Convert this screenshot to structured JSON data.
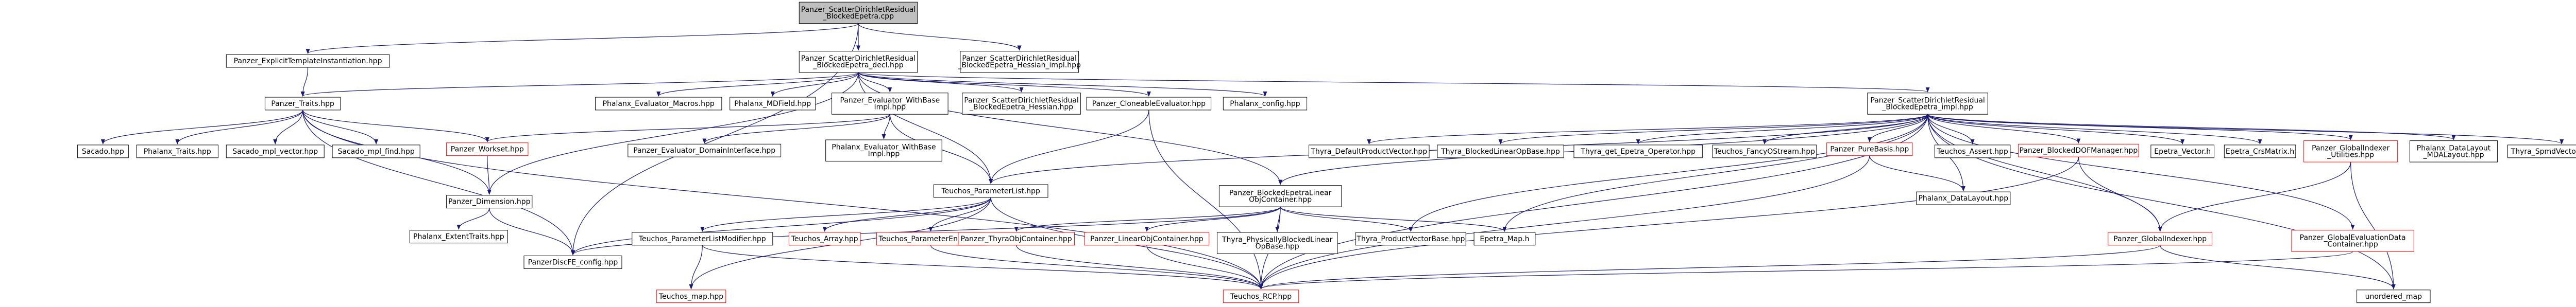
{
  "colors": {
    "edge": "#191970",
    "border_normal": "#000000",
    "border_missing": "#ff0000",
    "fill_normal": "#ffffff",
    "fill_root": "#bfbfbf",
    "text": "#000000"
  },
  "nodes": [
    {
      "id": "root",
      "lines": [
        "Panzer_ScatterDirichletResidual",
        "_BlockedEpetra.cpp"
      ],
      "kind": "root"
    },
    {
      "id": "explicit",
      "lines": [
        "Panzer_ExplicitTemplateInstantiation.hpp"
      ],
      "kind": "normal"
    },
    {
      "id": "decl",
      "lines": [
        "Panzer_ScatterDirichletResidual",
        "_BlockedEpetra_decl.hpp"
      ],
      "kind": "normal"
    },
    {
      "id": "hessian",
      "lines": [
        "Panzer_ScatterDirichletResidual",
        "_BlockedEpetra_Hessian_impl.hpp"
      ],
      "kind": "normal"
    },
    {
      "id": "traits",
      "lines": [
        "Panzer_Traits.hpp"
      ],
      "kind": "normal"
    },
    {
      "id": "macros",
      "lines": [
        "Phalanx_Evaluator_Macros.hpp"
      ],
      "kind": "normal"
    },
    {
      "id": "mdfield",
      "lines": [
        "Phalanx_MDField.hpp"
      ],
      "kind": "normal"
    },
    {
      "id": "withbase",
      "lines": [
        "Panzer_Evaluator_WithBase",
        "Impl.hpp"
      ],
      "kind": "normal"
    },
    {
      "id": "declhess",
      "lines": [
        "Panzer_ScatterDirichletResidual",
        "_BlockedEpetra_Hessian.hpp"
      ],
      "kind": "normal"
    },
    {
      "id": "cloneable",
      "lines": [
        "Panzer_CloneableEvaluator.hpp"
      ],
      "kind": "normal"
    },
    {
      "id": "phxconfig",
      "lines": [
        "Phalanx_config.hpp"
      ],
      "kind": "normal"
    },
    {
      "id": "impl",
      "lines": [
        "Panzer_ScatterDirichletResidual",
        "_BlockedEpetra_impl.hpp"
      ],
      "kind": "normal"
    },
    {
      "id": "sacado",
      "lines": [
        "Sacado.hpp"
      ],
      "kind": "normal"
    },
    {
      "id": "phxtraits",
      "lines": [
        "Phalanx_Traits.hpp"
      ],
      "kind": "normal"
    },
    {
      "id": "sacmpivec",
      "lines": [
        "Sacado_mpl_vector.hpp"
      ],
      "kind": "normal"
    },
    {
      "id": "sacmpifind",
      "lines": [
        "Sacado_mpl_find.hpp"
      ],
      "kind": "normal"
    },
    {
      "id": "workset",
      "lines": [
        "Panzer_Workset.hpp"
      ],
      "kind": "missing"
    },
    {
      "id": "domiface",
      "lines": [
        "Panzer_Evaluator_DomainInterface.hpp"
      ],
      "kind": "normal"
    },
    {
      "id": "phxwithbase",
      "lines": [
        "Phalanx_Evaluator_WithBase",
        "Impl.hpp"
      ],
      "kind": "normal"
    },
    {
      "id": "paramlist",
      "lines": [
        "Teuchos_ParameterList.hpp"
      ],
      "kind": "normal"
    },
    {
      "id": "blkepetra",
      "lines": [
        "Panzer_BlockedEpetraLinear",
        "ObjContainer.hpp"
      ],
      "kind": "normal"
    },
    {
      "id": "dimension",
      "lines": [
        "Panzer_Dimension.hpp"
      ],
      "kind": "normal"
    },
    {
      "id": "plistmod",
      "lines": [
        "Teuchos_ParameterListModifier.hpp"
      ],
      "kind": "normal"
    },
    {
      "id": "tarray",
      "lines": [
        "Teuchos_Array.hpp"
      ],
      "kind": "missing"
    },
    {
      "id": "pentry",
      "lines": [
        "Teuchos_ParameterEntry.hpp"
      ],
      "kind": "missing"
    },
    {
      "id": "thyraobj",
      "lines": [
        "Panzer_ThyraObjContainer.hpp"
      ],
      "kind": "missing"
    },
    {
      "id": "linobj",
      "lines": [
        "Panzer_LinearObjContainer.hpp"
      ],
      "kind": "missing"
    },
    {
      "id": "extenttraits",
      "lines": [
        "Phalanx_ExtentTraits.hpp"
      ],
      "kind": "normal"
    },
    {
      "id": "pdfeconfig",
      "lines": [
        "PanzerDiscFE_config.hpp"
      ],
      "kind": "normal"
    },
    {
      "id": "rcp",
      "lines": [
        "Teuchos_RCP.hpp"
      ],
      "kind": "missing"
    },
    {
      "id": "tmap",
      "lines": [
        "Teuchos_map.hpp"
      ],
      "kind": "missing"
    },
    {
      "id": "thyraphys",
      "lines": [
        "Thyra_PhysicallyBlockedLinear",
        "OpBase.hpp"
      ],
      "kind": "normal"
    },
    {
      "id": "thyraprodspace",
      "lines": [
        "Thyra_ProductVectorBase.hpp"
      ],
      "kind": "normal"
    },
    {
      "id": "epetramap",
      "lines": [
        "Epetra_Map.h"
      ],
      "kind": "normal"
    },
    {
      "id": "thyradefprod",
      "lines": [
        "Thyra_DefaultProductVector.hpp"
      ],
      "kind": "normal"
    },
    {
      "id": "thyrablkop",
      "lines": [
        "Thyra_BlockedLinearOpBase.hpp"
      ],
      "kind": "normal"
    },
    {
      "id": "thyragetop",
      "lines": [
        "Thyra_get_Epetra_Operator.hpp"
      ],
      "kind": "normal"
    },
    {
      "id": "fancy",
      "lines": [
        "Teuchos_FancyOStream.hpp"
      ],
      "kind": "normal"
    },
    {
      "id": "purebasis",
      "lines": [
        "Panzer_PureBasis.hpp"
      ],
      "kind": "missing"
    },
    {
      "id": "assert",
      "lines": [
        "Teuchos_Assert.hpp"
      ],
      "kind": "normal"
    },
    {
      "id": "blkdof",
      "lines": [
        "Panzer_BlockedDOFManager.hpp"
      ],
      "kind": "missing"
    },
    {
      "id": "epvector",
      "lines": [
        "Epetra_Vector.h"
      ],
      "kind": "normal"
    },
    {
      "id": "epcrs",
      "lines": [
        "Epetra_CrsMatrix.h"
      ],
      "kind": "normal"
    },
    {
      "id": "gidxutil",
      "lines": [
        "Panzer_GlobalIndexer",
        "_Utilities.hpp"
      ],
      "kind": "missing"
    },
    {
      "id": "mdalayout",
      "lines": [
        "Phalanx_DataLayout",
        "_MDALayout.hpp"
      ],
      "kind": "normal"
    },
    {
      "id": "spmd",
      "lines": [
        "Thyra_SpmdVectorBase.hpp"
      ],
      "kind": "normal"
    },
    {
      "id": "phxlayout",
      "lines": [
        "Phalanx_DataLayout.hpp"
      ],
      "kind": "normal"
    },
    {
      "id": "gidx",
      "lines": [
        "Panzer_GlobalIndexer.hpp"
      ],
      "kind": "missing"
    },
    {
      "id": "geval",
      "lines": [
        "Panzer_GlobalEvaluationData",
        "Container.hpp"
      ],
      "kind": "missing"
    },
    {
      "id": "umap",
      "lines": [
        "unordered_map"
      ],
      "kind": "normal"
    }
  ],
  "edges": [
    [
      "root",
      "explicit"
    ],
    [
      "root",
      "decl"
    ],
    [
      "root",
      "hessian"
    ],
    [
      "root",
      "pdfeconfig"
    ],
    [
      "explicit",
      "traits"
    ],
    [
      "decl",
      "traits"
    ],
    [
      "decl",
      "macros"
    ],
    [
      "decl",
      "mdfield"
    ],
    [
      "decl",
      "withbase"
    ],
    [
      "decl",
      "declhess"
    ],
    [
      "decl",
      "cloneable"
    ],
    [
      "decl",
      "phxconfig"
    ],
    [
      "decl",
      "impl"
    ],
    [
      "decl",
      "dimension"
    ],
    [
      "decl",
      "paramlist"
    ],
    [
      "decl",
      "blkepetra"
    ],
    [
      "traits",
      "sacado"
    ],
    [
      "traits",
      "phxtraits"
    ],
    [
      "traits",
      "sacmpivec"
    ],
    [
      "traits",
      "sacmpifind"
    ],
    [
      "traits",
      "workset"
    ],
    [
      "traits",
      "pdfeconfig"
    ],
    [
      "traits",
      "dimension"
    ],
    [
      "traits",
      "rcp"
    ],
    [
      "withbase",
      "workset"
    ],
    [
      "withbase",
      "domiface"
    ],
    [
      "withbase",
      "phxwithbase"
    ],
    [
      "withbase",
      "paramlist"
    ],
    [
      "cloneable",
      "paramlist"
    ],
    [
      "cloneable",
      "rcp"
    ],
    [
      "workset",
      "dimension"
    ],
    [
      "dimension",
      "extenttraits"
    ],
    [
      "dimension",
      "pdfeconfig"
    ],
    [
      "paramlist",
      "plistmod"
    ],
    [
      "paramlist",
      "tarray"
    ],
    [
      "paramlist",
      "pentry"
    ],
    [
      "paramlist",
      "rcp"
    ],
    [
      "paramlist",
      "tmap"
    ],
    [
      "paramlist",
      "pdfeconfig"
    ],
    [
      "plistmod",
      "tmap"
    ],
    [
      "plistmod",
      "rcp"
    ],
    [
      "pentry",
      "rcp"
    ],
    [
      "blkepetra",
      "thyraobj"
    ],
    [
      "blkepetra",
      "linobj"
    ],
    [
      "blkepetra",
      "thyraphys"
    ],
    [
      "blkepetra",
      "thyraprodspace"
    ],
    [
      "blkepetra",
      "epetramap"
    ],
    [
      "blkepetra",
      "rcp"
    ],
    [
      "blkepetra",
      "pdfeconfig"
    ],
    [
      "thyraobj",
      "rcp"
    ],
    [
      "linobj",
      "rcp"
    ],
    [
      "impl",
      "thyradefprod"
    ],
    [
      "impl",
      "thyrablkop"
    ],
    [
      "impl",
      "thyragetop"
    ],
    [
      "impl",
      "fancy"
    ],
    [
      "impl",
      "purebasis"
    ],
    [
      "impl",
      "assert"
    ],
    [
      "impl",
      "blkdof"
    ],
    [
      "impl",
      "epvector"
    ],
    [
      "impl",
      "epcrs"
    ],
    [
      "impl",
      "gidxutil"
    ],
    [
      "impl",
      "mdalayout"
    ],
    [
      "impl",
      "spmd"
    ],
    [
      "impl",
      "blkepetra"
    ],
    [
      "impl",
      "paramlist"
    ],
    [
      "impl",
      "epetramap"
    ],
    [
      "impl",
      "thyraprodspace"
    ],
    [
      "impl",
      "phxlayout"
    ],
    [
      "impl",
      "gidx"
    ],
    [
      "impl",
      "geval"
    ],
    [
      "impl",
      "rcp"
    ],
    [
      "impl",
      "umap"
    ],
    [
      "purebasis",
      "phxlayout"
    ],
    [
      "purebasis",
      "rcp"
    ],
    [
      "blkdof",
      "gidx"
    ],
    [
      "blkdof",
      "rcp"
    ],
    [
      "gidxutil",
      "gidx"
    ],
    [
      "gidxutil",
      "umap"
    ],
    [
      "gidx",
      "rcp"
    ],
    [
      "gidx",
      "umap"
    ],
    [
      "geval",
      "rcp"
    ]
  ]
}
